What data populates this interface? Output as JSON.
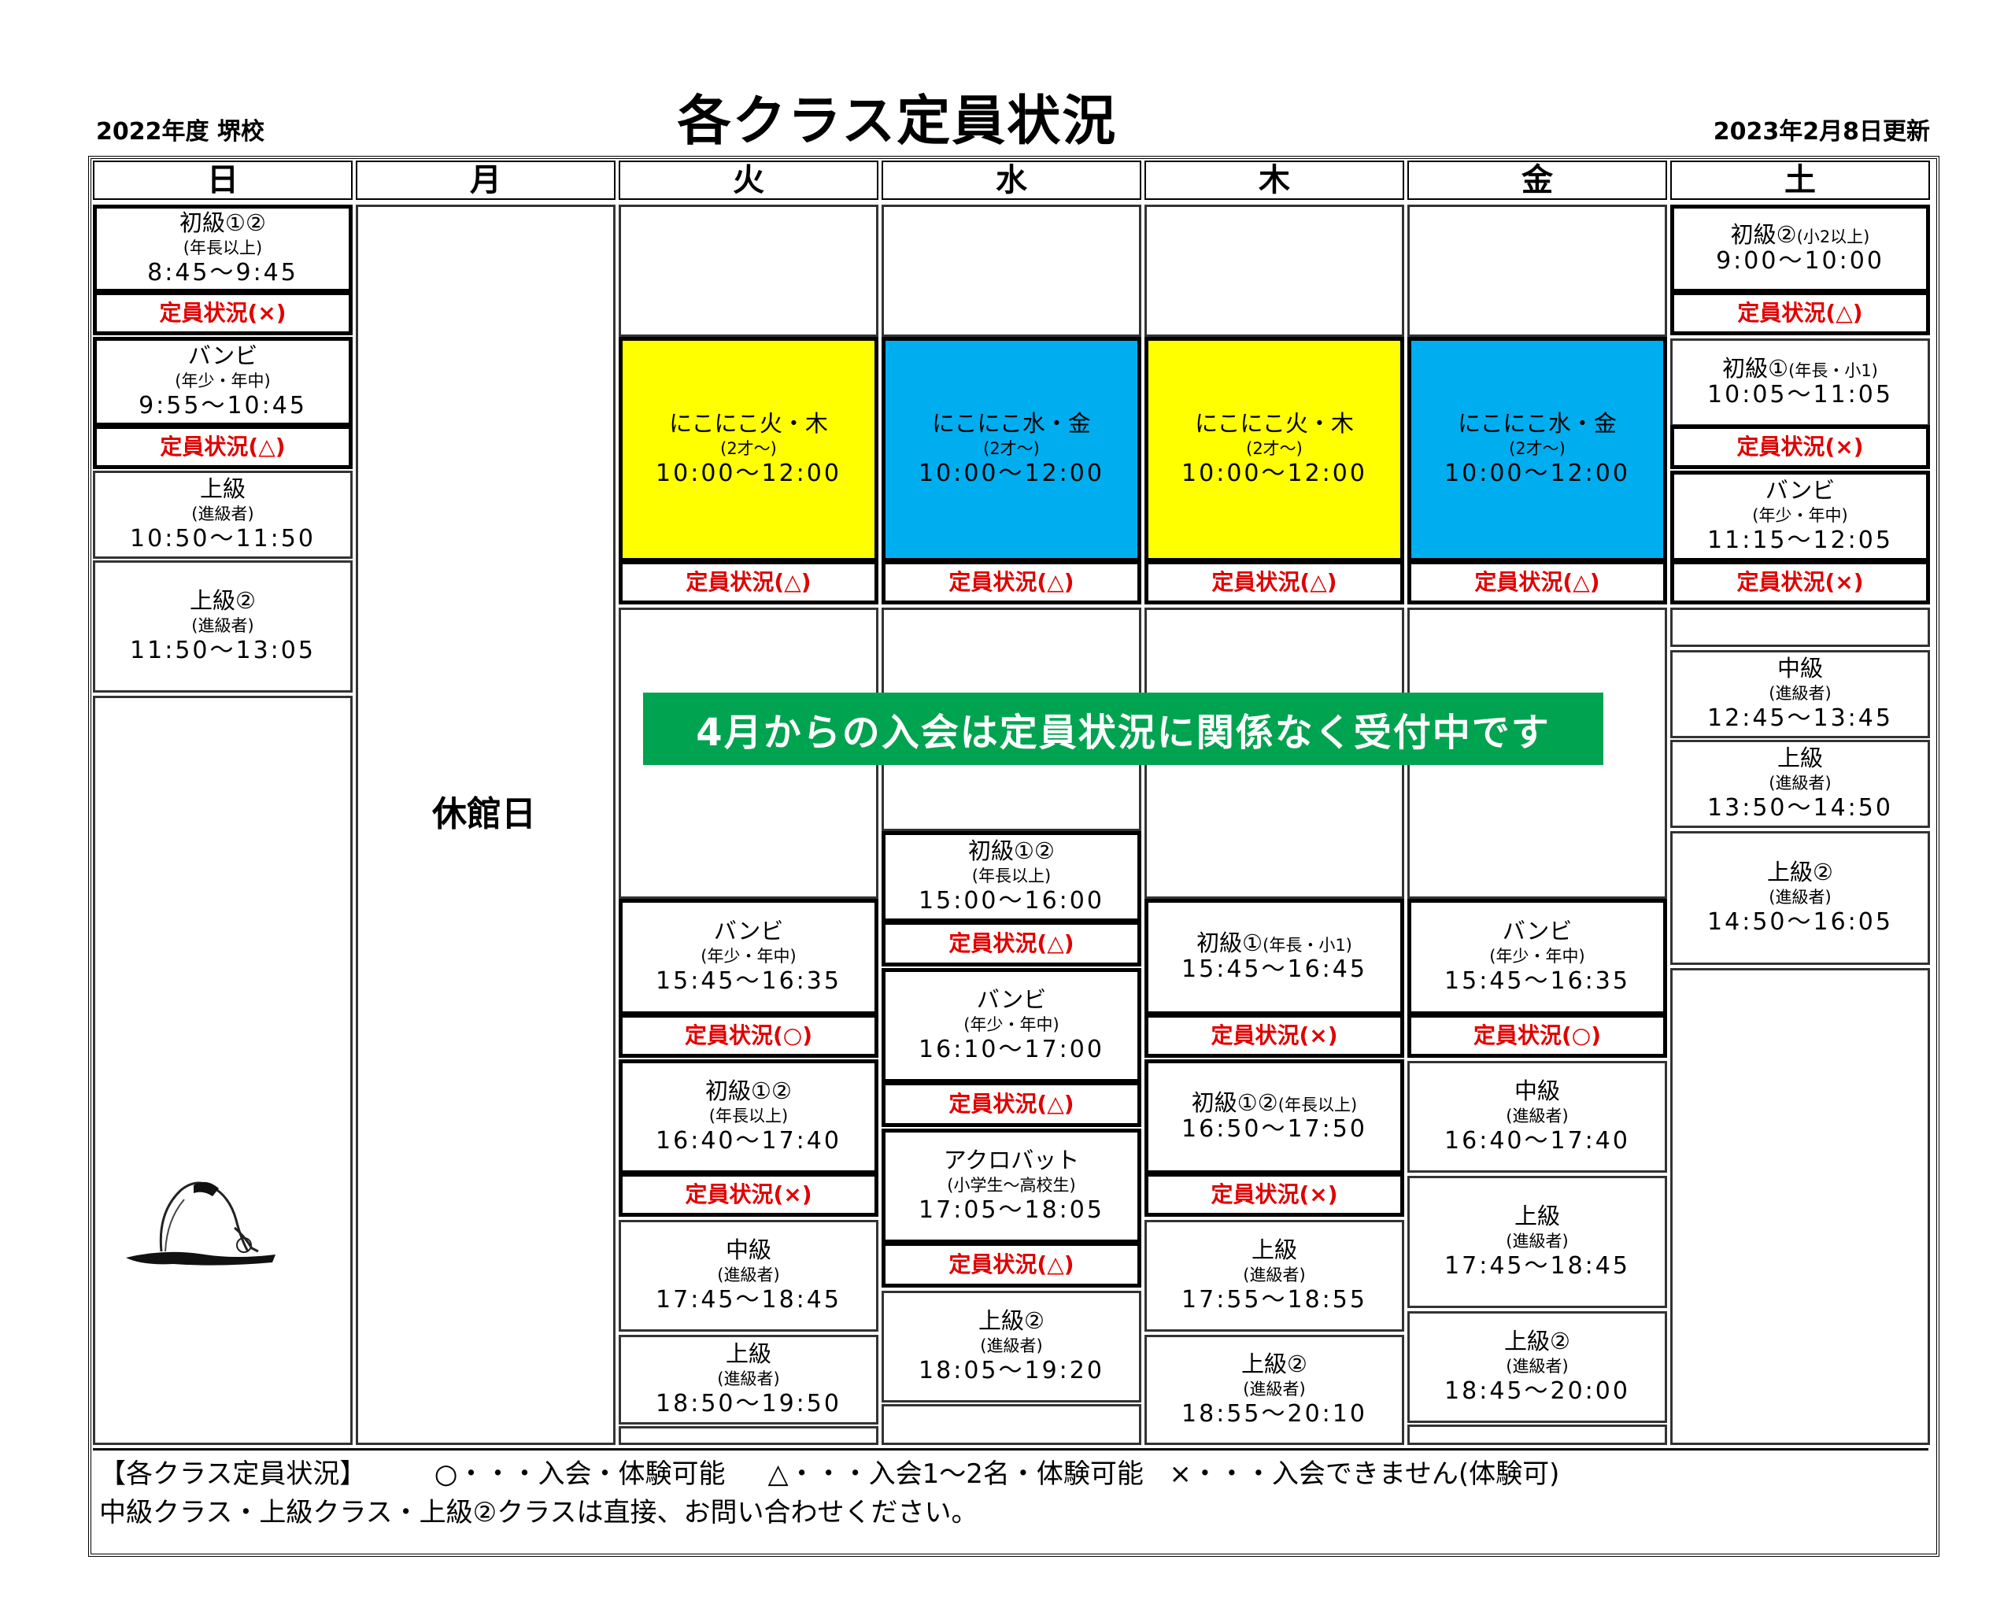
{
  "header": {
    "year_school": "2022年度 堺校",
    "title": "各クラス定員状況",
    "updated": "2023年2月8日更新"
  },
  "days": [
    "日",
    "月",
    "火",
    "水",
    "木",
    "金",
    "土"
  ],
  "closed_label": "休館日",
  "banner": "4月からの入会は定員状況に関係なく受付中です",
  "status": {
    "cross": "定員状況(×)",
    "triangle": "定員状況(△)",
    "circle": "定員状況(○)"
  },
  "classes": {
    "sun1": {
      "name": "初級①②",
      "sub": "(年長以上)",
      "time": "8:45～9:45"
    },
    "sun2": {
      "name": "バンビ",
      "sub": "(年少・年中)",
      "time": "9:55～10:45"
    },
    "sun3": {
      "name": "上級",
      "sub": "(進級者)",
      "time": "10:50～11:50"
    },
    "sun4": {
      "name": "上級②",
      "sub": "(進級者)",
      "time": "11:50～13:05"
    },
    "tue1": {
      "name": "にこにこ火・木",
      "sub": "(2才～)",
      "time": "10:00～12:00"
    },
    "wed1": {
      "name": "にこにこ水・金",
      "sub": "(2才～)",
      "time": "10:00～12:00"
    },
    "thu1": {
      "name": "にこにこ火・木",
      "sub": "(2才～)",
      "time": "10:00～12:00"
    },
    "fri1": {
      "name": "にこにこ水・金",
      "sub": "(2才～)",
      "time": "10:00～12:00"
    },
    "sat1": {
      "name": "初級②",
      "name_small": "(小2以上)",
      "time": "9:00～10:00"
    },
    "sat2": {
      "name": "初級①",
      "name_small": "(年長・小1)",
      "time": "10:05～11:05"
    },
    "sat3": {
      "name": "バンビ",
      "sub": "(年少・年中)",
      "time": "11:15～12:05"
    },
    "sat4": {
      "name": "中級",
      "sub": "(進級者)",
      "time": "12:45～13:45"
    },
    "sat5": {
      "name": "上級",
      "sub": "(進級者)",
      "time": "13:50～14:50"
    },
    "sat6": {
      "name": "上級②",
      "sub": "(進級者)",
      "time": "14:50～16:05"
    },
    "tue2": {
      "name": "バンビ",
      "sub": "(年少・年中)",
      "time": "15:45～16:35"
    },
    "tue3": {
      "name": "初級①②",
      "sub": "(年長以上)",
      "time": "16:40～17:40"
    },
    "tue4": {
      "name": "中級",
      "sub": "(進級者)",
      "time": "17:45～18:45"
    },
    "tue5": {
      "name": "上級",
      "sub": "(進級者)",
      "time": "18:50～19:50"
    },
    "wed2": {
      "name": "初級①②",
      "sub": "(年長以上)",
      "time": "15:00～16:00"
    },
    "wed3": {
      "name": "バンビ",
      "sub": "(年少・年中)",
      "time": "16:10～17:00"
    },
    "wed4": {
      "name": "アクロバット",
      "sub": "(小学生～高校生)",
      "time": "17:05～18:05"
    },
    "wed5": {
      "name": "上級②",
      "sub": "(進級者)",
      "time": "18:05～19:20"
    },
    "thu2": {
      "name": "初級①",
      "name_small": "(年長・小1)",
      "time": "15:45～16:45"
    },
    "thu3": {
      "name": "初級①②",
      "name_small": "(年長以上)",
      "time": "16:50～17:50"
    },
    "thu4": {
      "name": "上級",
      "sub": "(進級者)",
      "time": "17:55～18:55"
    },
    "thu5": {
      "name": "上級②",
      "sub": "(進級者)",
      "time": "18:55～20:10"
    },
    "fri2": {
      "name": "バンビ",
      "sub": "(年少・年中)",
      "time": "15:45～16:35"
    },
    "fri3": {
      "name": "中級",
      "sub": "(進級者)",
      "time": "16:40～17:40"
    },
    "fri4": {
      "name": "上級",
      "sub": "(進級者)",
      "time": "17:45～18:45"
    },
    "fri5": {
      "name": "上級②",
      "sub": "(進級者)",
      "time": "18:45～20:00"
    }
  },
  "footer": {
    "legend_title": "【各クラス定員状況】",
    "legend_circle": "○・・・入会・体験可能",
    "legend_triangle": "△・・・入会1～2名・体験可能",
    "legend_cross": "×・・・入会できません(体験可)",
    "note": "中級クラス・上級クラス・上級②クラスは直接、お問い合わせください。"
  },
  "colors": {
    "yellow": "#ffff00",
    "blue": "#00aeef",
    "green": "#00a34f",
    "status_red": "#e00000"
  }
}
